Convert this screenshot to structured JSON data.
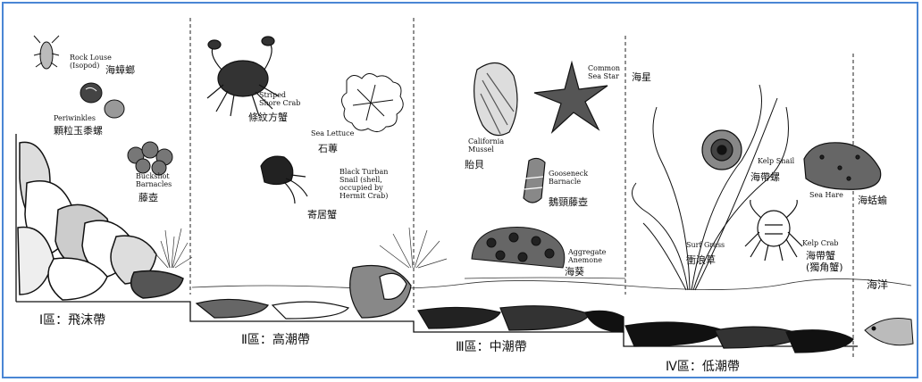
{
  "zones": [
    {
      "label": "Ⅰ區：飛沫帶"
    },
    {
      "label": "Ⅱ區：高潮帶"
    },
    {
      "label": "Ⅲ區：中潮帶"
    },
    {
      "label": "Ⅳ區：低潮帶"
    }
  ],
  "sea_label": "海洋",
  "organisms": [
    {
      "en": "Rock Louse\n(Isopod)",
      "zh": "海蟑螂",
      "icon": "isopod-icon"
    },
    {
      "en": "Periwinkles",
      "zh": "顆粒玉黍螺",
      "icon": "periwinkle-icon"
    },
    {
      "en": "Buckshot\nBarnacles",
      "zh": "藤壺",
      "icon": "barnacle-icon"
    },
    {
      "en": "Striped\nShore Crab",
      "zh": "條紋方蟹",
      "icon": "shore-crab-icon"
    },
    {
      "en": "Sea Lettuce",
      "zh": "石蓴",
      "icon": "sea-lettuce-icon"
    },
    {
      "en": "Black Turban\nSnail (shell,\noccupied by\nHermit Crab)",
      "zh": "寄居蟹",
      "icon": "hermit-crab-icon"
    },
    {
      "en": "California\nMussel",
      "zh": "貽貝",
      "icon": "mussel-icon"
    },
    {
      "en": "Common\nSea Star",
      "zh": "海星",
      "icon": "sea-star-icon"
    },
    {
      "en": "Gooseneck\nBarnacle",
      "zh": "鵝頸藤壺",
      "icon": "gooseneck-barnacle-icon"
    },
    {
      "en": "Aggregate\nAnemone",
      "zh": "海葵",
      "icon": "anemone-icon"
    },
    {
      "en": "Surf Grass",
      "zh": "衝浪草",
      "icon": "surf-grass-icon"
    },
    {
      "en": "Kelp Snail",
      "zh": "海帶螺",
      "icon": "kelp-snail-icon"
    },
    {
      "en": "Sea Hare",
      "zh": "海蛞蝓",
      "icon": "sea-hare-icon"
    },
    {
      "en": "Kelp Crab",
      "zh": "海帶蟹\n(獨角蟹)",
      "icon": "kelp-crab-icon"
    }
  ]
}
